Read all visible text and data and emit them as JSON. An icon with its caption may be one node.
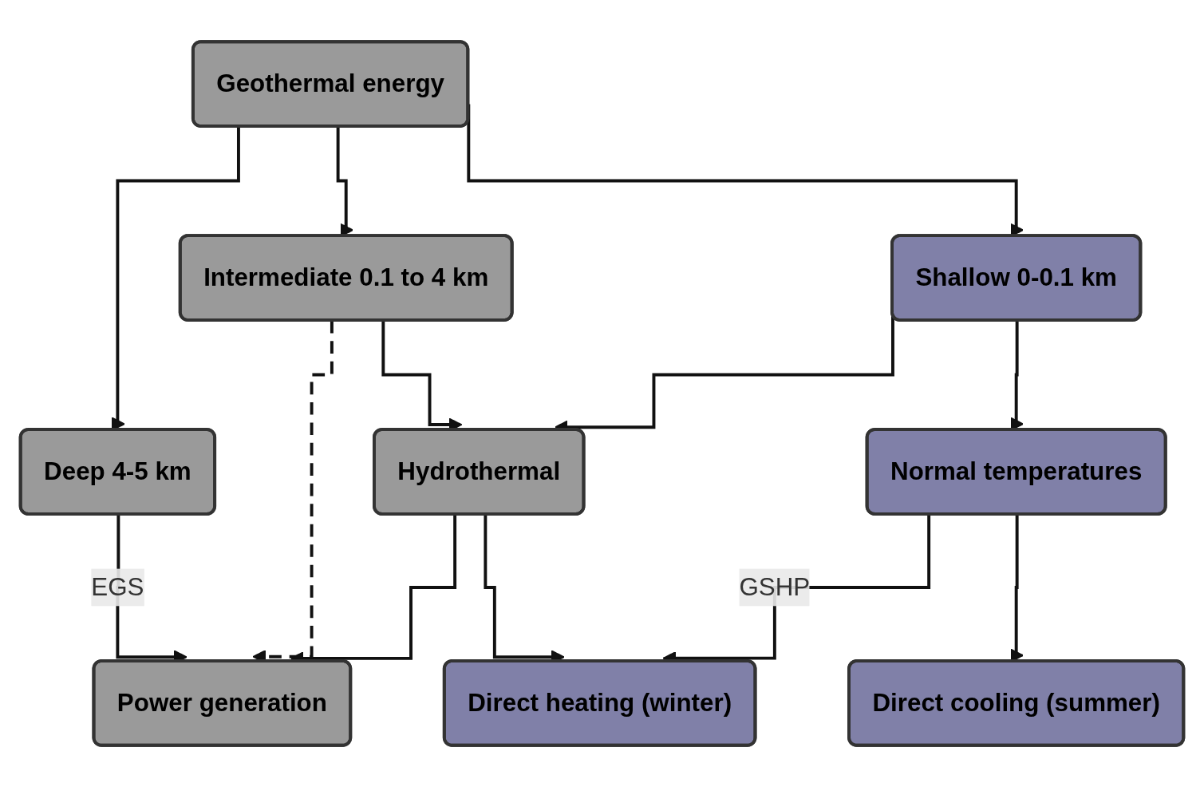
{
  "diagram": {
    "nodes": [
      {
        "text": [
          "Geothermal energy"
        ]
      },
      {
        "text": [
          "Deep 4-5 km"
        ]
      },
      {
        "text": [
          "Intermediate 0.1 to 4 km"
        ]
      },
      {
        "text": [
          "Shallow 0-0.1 km"
        ]
      },
      {
        "text": [
          "Hydrothermal"
        ]
      },
      {
        "text": [
          "Normal temperatures"
        ]
      },
      {
        "text": [
          "Power generation"
        ]
      },
      {
        "text": [
          "Direct heating (winter)"
        ]
      },
      {
        "text": [
          "Direct cooling (summer)"
        ]
      }
    ],
    "edges": [
      {
        "from": 0,
        "to": 1,
        "arrow": "to"
      },
      {
        "from": 0,
        "to": 2,
        "arrow": "to"
      },
      {
        "from": 0,
        "to": 3,
        "arrow": "to"
      },
      {
        "from": 1,
        "to": 6,
        "arrow": "to",
        "label": "EGS"
      },
      {
        "from": 2,
        "to": 6,
        "arrow": "to",
        "style": "dashed"
      },
      {
        "from": 2,
        "to": 4,
        "arrow": "to"
      },
      {
        "from": 3,
        "to": 4,
        "arrow": "to"
      },
      {
        "from": 3,
        "to": 5,
        "arrow": "to"
      },
      {
        "from": 4,
        "to": 6,
        "arrow": "to"
      },
      {
        "from": 4,
        "to": 7,
        "arrow": "to"
      },
      {
        "from": 5,
        "to": 7,
        "arrow": "to",
        "label": "GSHP"
      },
      {
        "from": 5,
        "to": 8,
        "arrow": "to"
      }
    ]
  }
}
